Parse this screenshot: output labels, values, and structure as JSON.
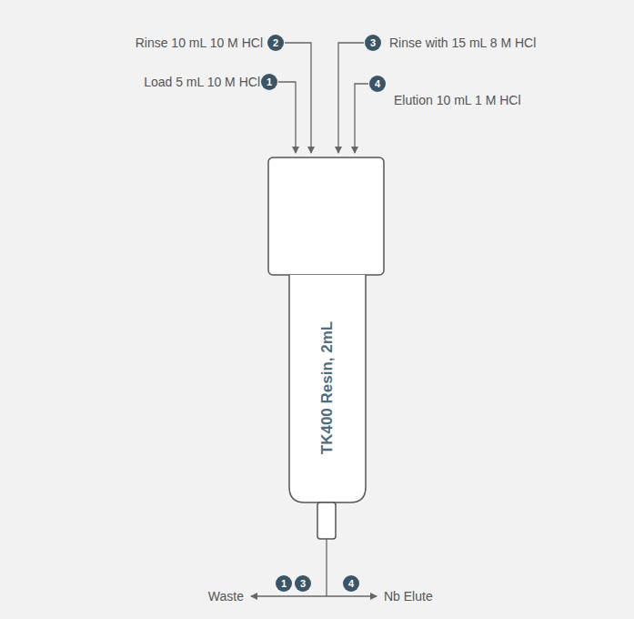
{
  "diagram": {
    "nodes": [
      {
        "text": [
          "TK400 Resin, 2mL"
        ]
      }
    ],
    "labels": [
      "Rinse 10 mL 10 M HCl",
      "2",
      "Load 5 mL 10 M HCl",
      "1",
      "3",
      "Rinse with 15 mL 8 M HCl",
      "4",
      "Elution 10 mL 1 M HCl",
      "Waste",
      "1",
      "3",
      "4",
      "Nb Elute"
    ]
  }
}
